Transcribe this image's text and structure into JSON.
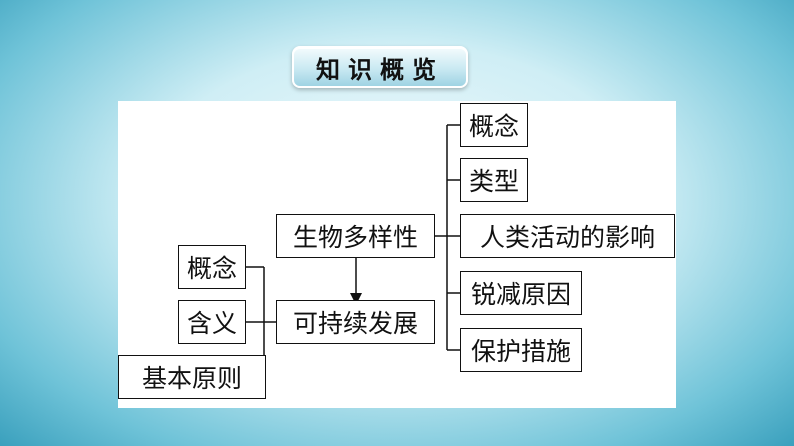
{
  "title": "知识概览",
  "diagram": {
    "left_items": [
      "概念",
      "含义",
      "基本原则"
    ],
    "center_top": "生物多样性",
    "center_bottom": "可持续发展",
    "right_items": [
      "概念",
      "类型",
      "人类活动的影响",
      "锐减原因",
      "保护措施"
    ]
  }
}
